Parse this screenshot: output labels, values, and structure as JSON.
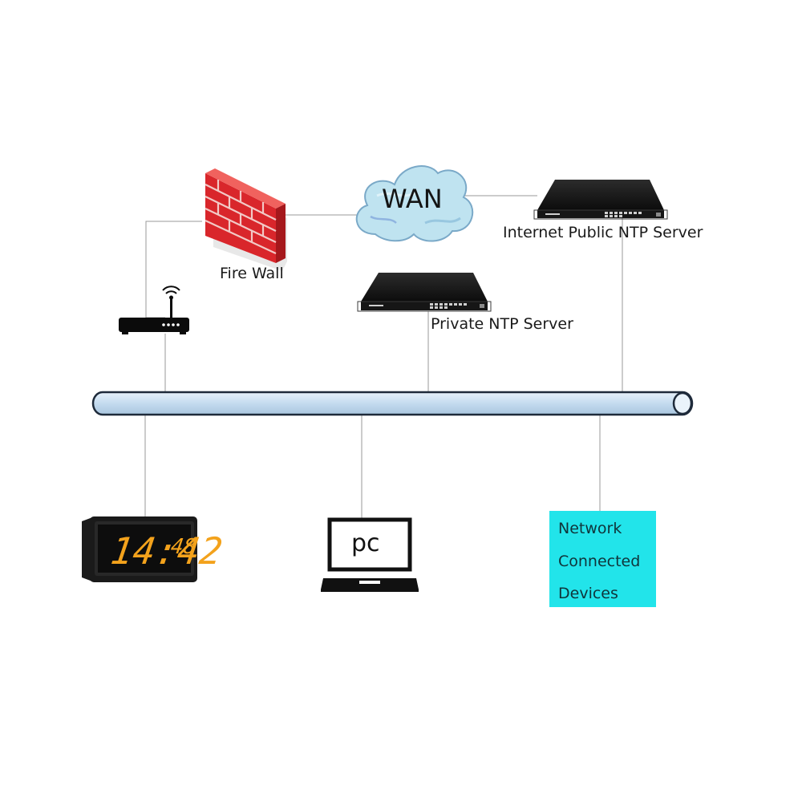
{
  "labels": {
    "firewall": "Fire Wall",
    "wan": "WAN",
    "public_ntp": "Internet Public NTP Server",
    "private_ntp": "Private NTP Server",
    "pc": "pc",
    "devices": [
      "Network",
      "Connected",
      "Devices"
    ]
  },
  "clock": {
    "time": "14:42",
    "seconds": "48"
  },
  "colors": {
    "firewall_red": "#d9262b",
    "mortar": "#f2c9c6",
    "cloud_fill": "#bfe3f0",
    "pipe_fill": "#c9def0",
    "devices_box": "#22e4ea",
    "clock_digits": "#f3a21c",
    "lines": "#9a9a9a"
  }
}
